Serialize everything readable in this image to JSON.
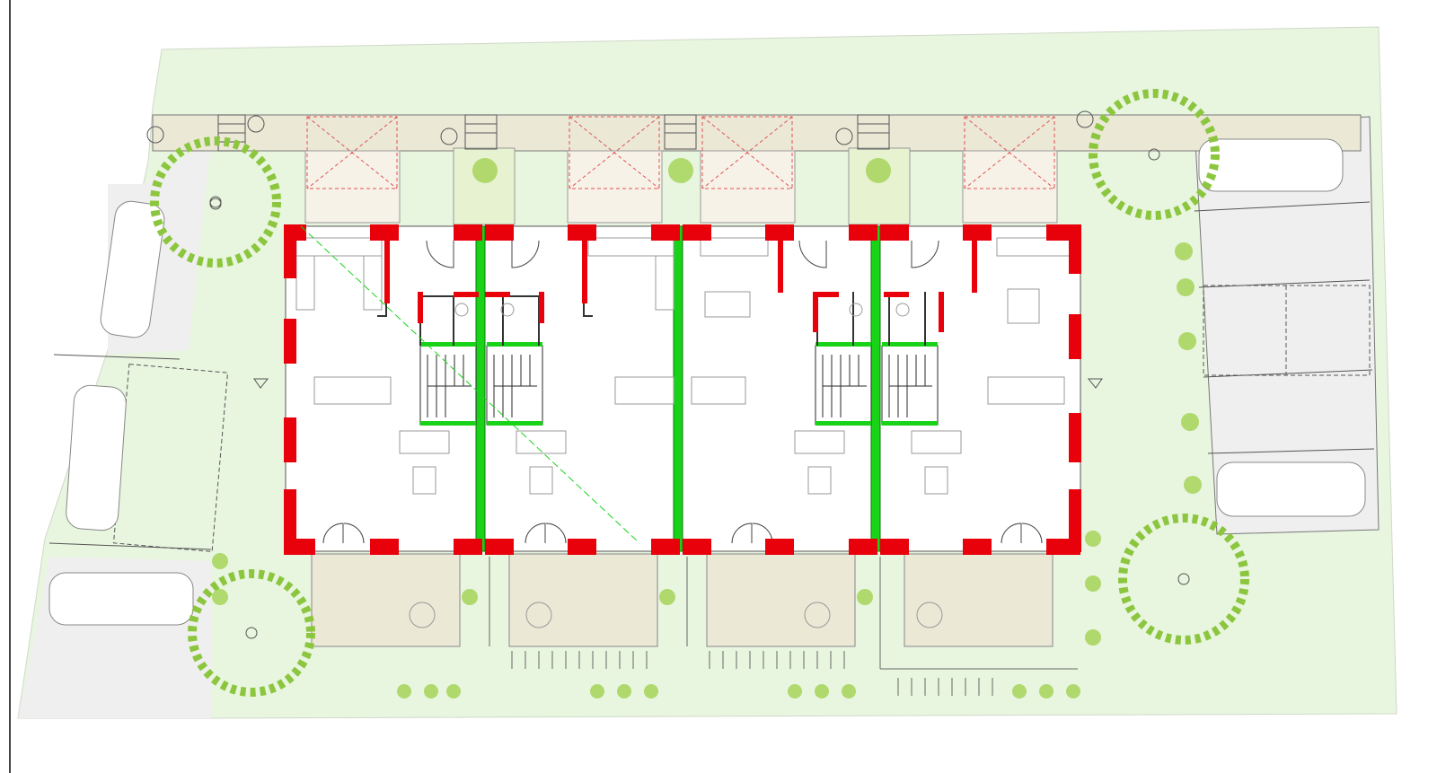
{
  "drawing": {
    "colors": {
      "background": "#ffffff",
      "lawn": "#e8f5df",
      "paving": "#ebe8d6",
      "parking": "#efefef",
      "exterior_wall": "#e8000b",
      "party_wall": "#19d319",
      "line": "#555555",
      "tree_leaf": "#8cc63f",
      "roof_outline": "#e05050"
    },
    "units": [
      {
        "id": "unit-1",
        "mirrored": false
      },
      {
        "id": "unit-2",
        "mirrored": true
      },
      {
        "id": "unit-3",
        "mirrored": false
      },
      {
        "id": "unit-4",
        "mirrored": true
      }
    ],
    "trees": 4,
    "parking_bays": 6,
    "terraces": 4
  }
}
